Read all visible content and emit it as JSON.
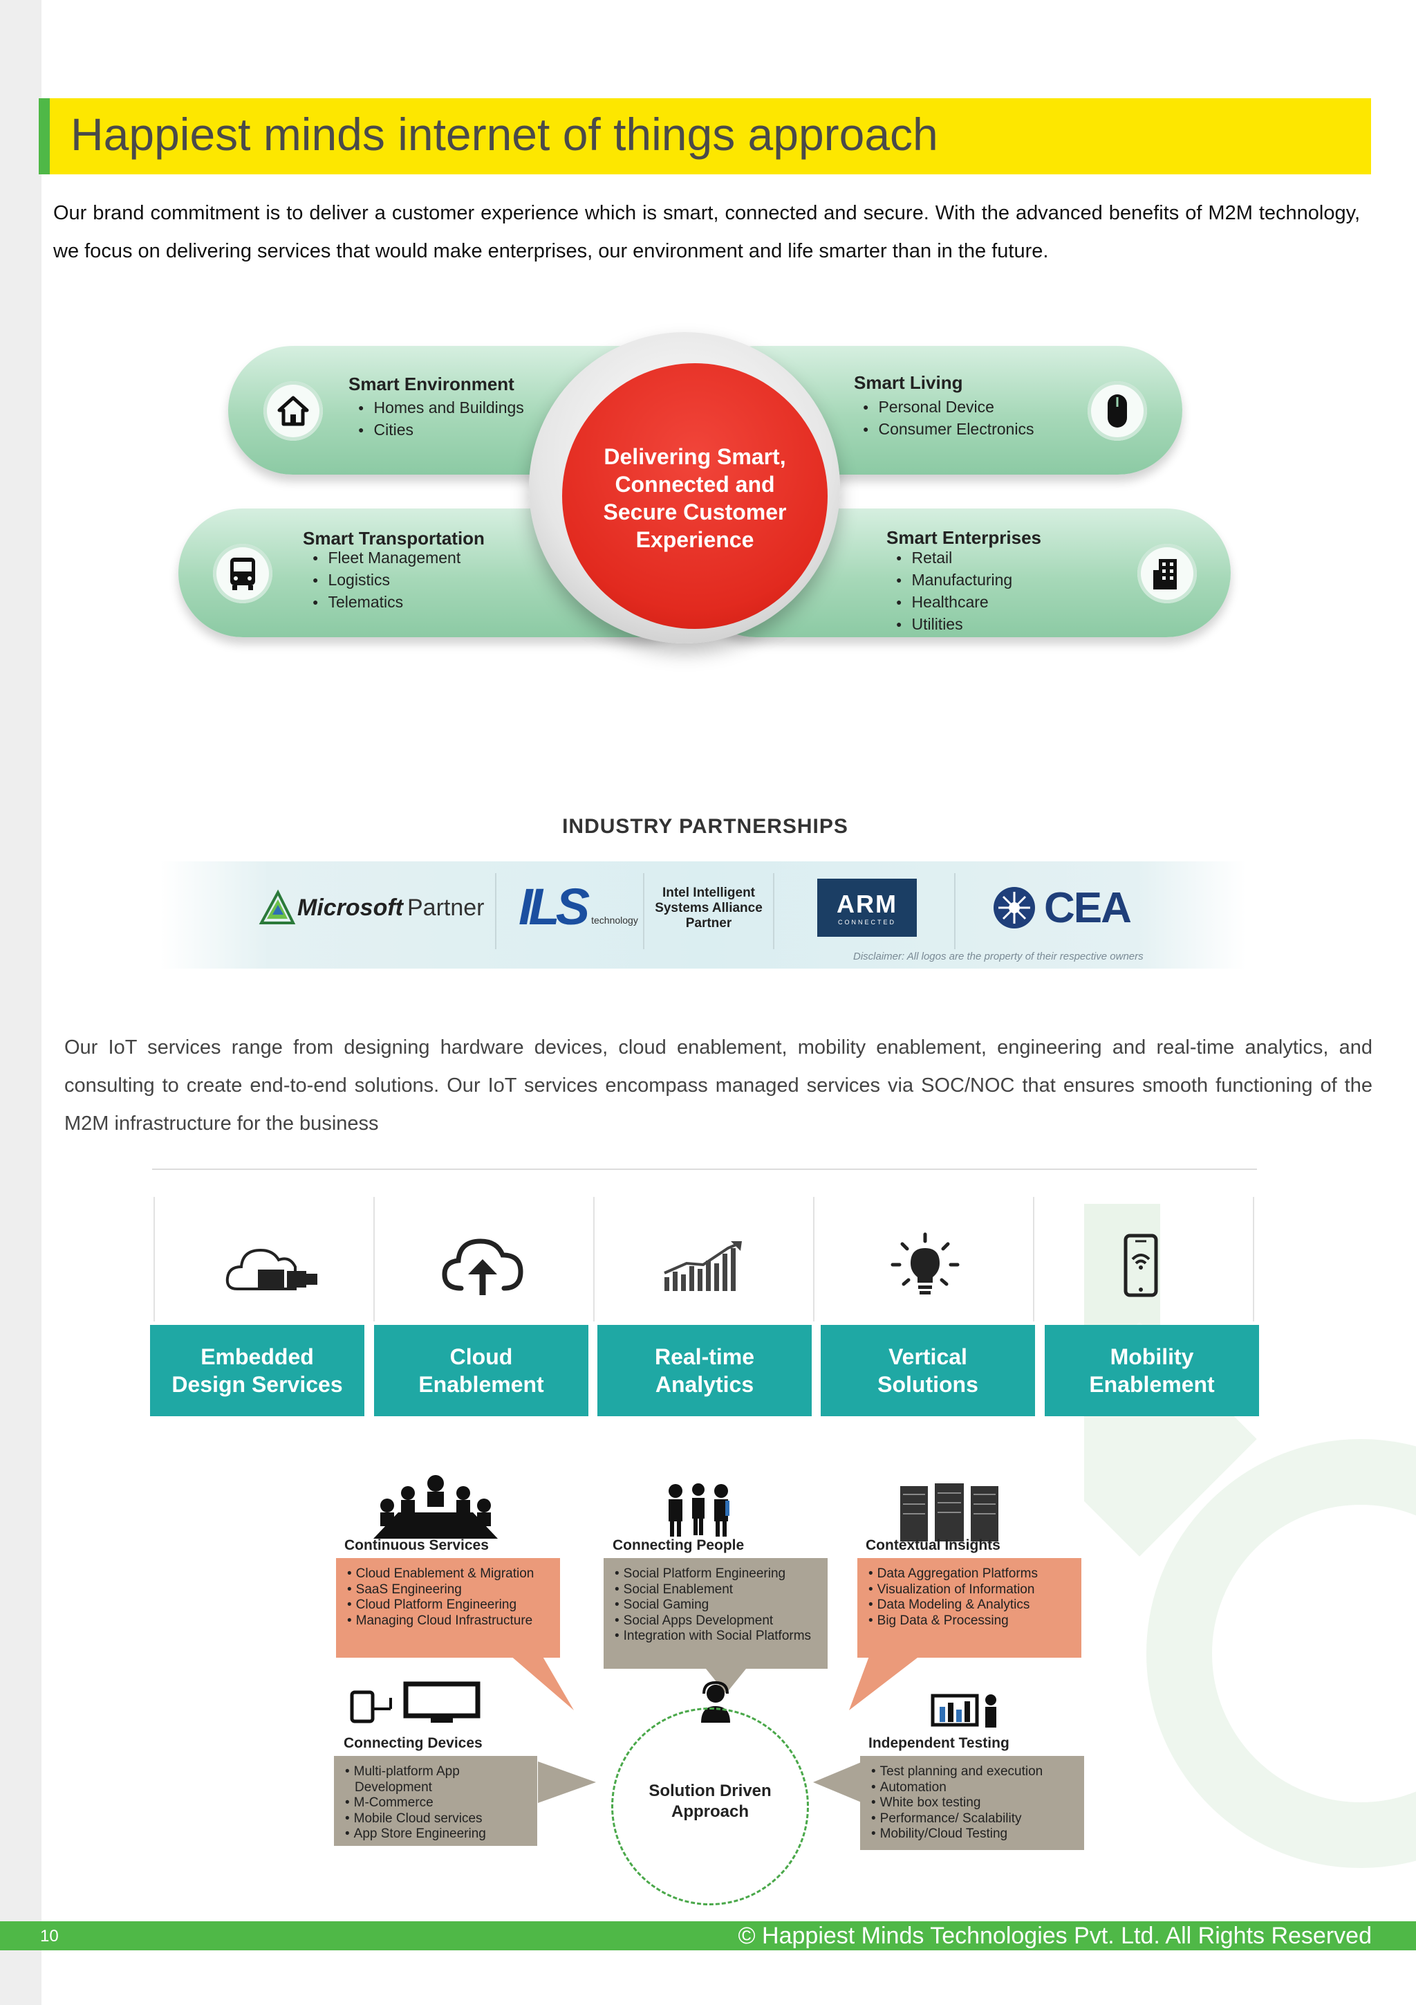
{
  "page": {
    "title": "Happiest minds internet of things approach",
    "intro": "Our brand commitment is to deliver a customer experience which is smart, connected and secure. With the advanced benefits of M2M technology, we focus on delivering services that would make enterprises, our environment and life smarter than in the future.",
    "services_para": "Our IoT services range from designing hardware devices, cloud enablement, mobility enablement, engineering and real-time analytics, and consulting to create end-to-end solutions. Our IoT services encompass managed services via SOC/NOC that ensures smooth functioning of the M2M infrastructure for the business"
  },
  "approach": {
    "center": [
      "Delivering Smart,",
      "Connected and",
      "Secure Customer",
      "Experience"
    ],
    "smart_environment": {
      "title": "Smart Environment",
      "items": [
        "Homes and Buildings",
        "Cities"
      ],
      "icon": "home-icon"
    },
    "smart_living": {
      "title": "Smart Living",
      "items": [
        "Personal Device",
        "Consumer Electronics"
      ],
      "icon": "mouse-icon"
    },
    "smart_transportation": {
      "title": "Smart Transportation",
      "items": [
        "Fleet Management",
        "Logistics",
        "Telematics"
      ],
      "icon": "bus-icon"
    },
    "smart_enterprises": {
      "title": "Smart Enterprises",
      "items": [
        "Retail",
        "Manufacturing",
        "Healthcare",
        "Utilities"
      ],
      "icon": "building-icon"
    }
  },
  "partnerships": {
    "title": "INDUSTRY PARTNERSHIPS",
    "microsoft": {
      "brand": "Microsoft",
      "suffix": "Partner"
    },
    "ils": {
      "brand": "ILS",
      "sub": "technology"
    },
    "intel": [
      "Intel Intelligent",
      "Systems Alliance",
      "Partner"
    ],
    "arm": {
      "brand": "ARM",
      "sub": "CONNECTED"
    },
    "cea": {
      "brand": "CEA"
    },
    "disclaimer": "Disclaimer: All logos are the property of their respective owners"
  },
  "services": [
    {
      "label": "Embedded\nDesign  Services",
      "icon": "cloud-usb-icon"
    },
    {
      "label": "Cloud\nEnablement",
      "icon": "cloud-upload-icon"
    },
    {
      "label": "Real-time\nAnalytics",
      "icon": "bar-chart-icon"
    },
    {
      "label": "Vertical\nSolutions",
      "icon": "lightbulb-icon"
    },
    {
      "label": "Mobility\nEnablement",
      "icon": "mobile-wifi-icon"
    }
  ],
  "solution": {
    "center": [
      "Solution Driven",
      "Approach"
    ],
    "continuous": {
      "title": "Continuous Services",
      "items": [
        "Cloud Enablement & Migration",
        "SaaS Engineering",
        "Cloud Platform Engineering",
        "Managing Cloud Infrastructure"
      ]
    },
    "people": {
      "title": "Connecting People",
      "items": [
        "Social Platform Engineering",
        "Social Enablement",
        "Social Gaming",
        "Social Apps  Development",
        "Integration with Social Platforms"
      ]
    },
    "insights": {
      "title": "Contextual Insights",
      "items": [
        "Data Aggregation Platforms",
        "Visualization of Information",
        "Data Modeling & Analytics",
        "Big Data & Processing"
      ]
    },
    "devices": {
      "title": "Connecting Devices",
      "items": [
        "Multi-platform App Development",
        "M-Commerce",
        "Mobile Cloud services",
        "App Store Engineering"
      ]
    },
    "testing": {
      "title": "Independent Testing",
      "items": [
        "Test planning and execution",
        "Automation",
        "White box testing",
        "Performance/ Scalability",
        "Mobility/Cloud  Testing"
      ]
    }
  },
  "footer": {
    "page_number": "10",
    "copyright": "© Happiest Minds Technologies Pvt. Ltd. All Rights Reserved"
  }
}
